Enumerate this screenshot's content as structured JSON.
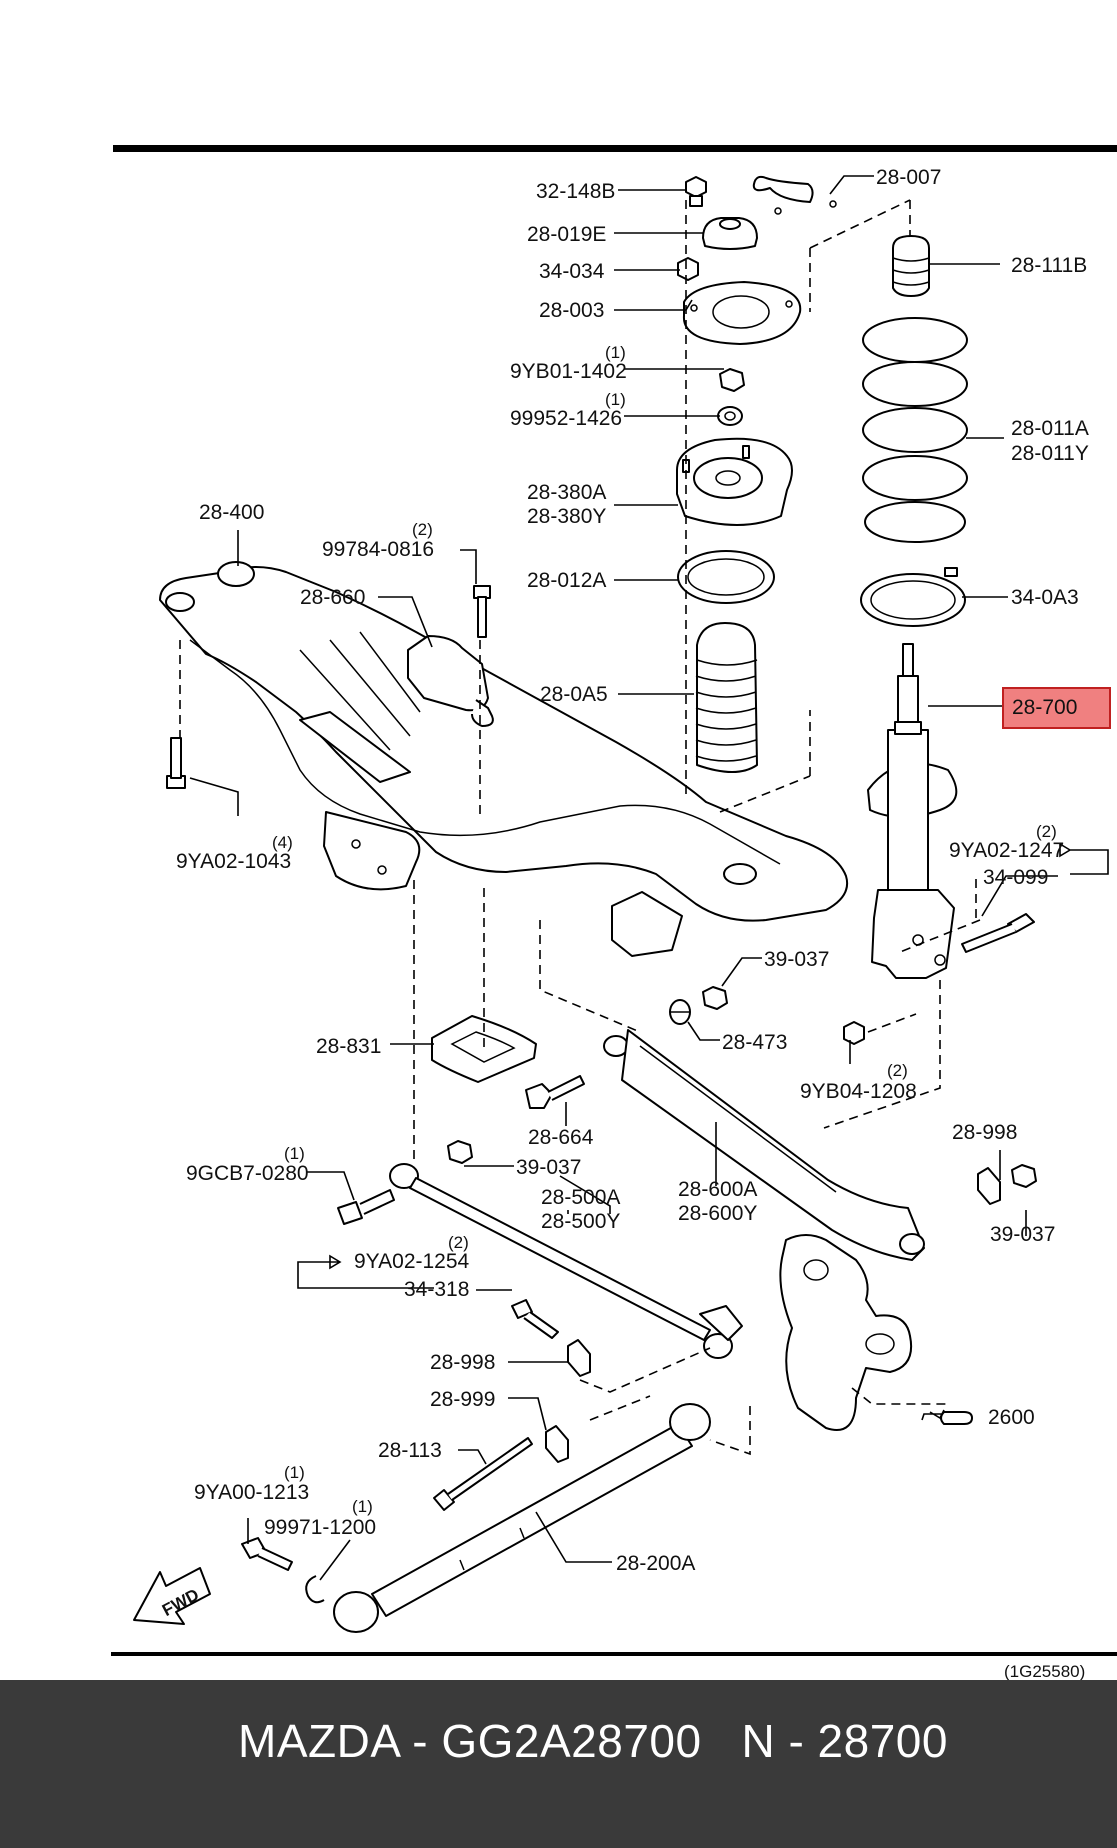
{
  "diagram_code": "(1G25580)",
  "footer": {
    "brand": "MAZDA",
    "sep1": " - ",
    "part_number": "GG2A28700",
    "gap": "   ",
    "ref": "N - 28700"
  },
  "highlight_color": "#f08080",
  "labels": {
    "l_32_148b": "32-148B",
    "l_28_007": "28-007",
    "l_28_019e": "28-019E",
    "l_34_034": "34-034",
    "l_28_111b": "28-111B",
    "l_28_003": "28-003",
    "l_9yb01_1402": "9YB01-1402",
    "q_9yb01_1402": "(1)",
    "l_99952_1426": "99952-1426",
    "q_99952_1426": "(1)",
    "l_28_011a": "28-011A",
    "l_28_011y": "28-011Y",
    "l_28_380a": "28-380A",
    "l_28_380y": "28-380Y",
    "l_28_400": "28-400",
    "l_99784_0816": "99784-0816",
    "q_99784_0816": "(2)",
    "l_28_012a": "28-012A",
    "l_34_0a3": "34-0A3",
    "l_28_660": "28-660",
    "l_28_0a5": "28-0A5",
    "l_28_700": "28-700",
    "l_9ya02_1247": "9YA02-1247",
    "q_9ya02_1247": "(2)",
    "l_34_099": "34-099",
    "l_9ya02_1043": "9YA02-1043",
    "q_9ya02_1043": "(4)",
    "l_39_037_a": "39-037",
    "l_28_473": "28-473",
    "l_28_831": "28-831",
    "l_9yb04_1208": "9YB04-1208",
    "q_9yb04_1208": "(2)",
    "l_28_664": "28-664",
    "l_28_998_a": "28-998",
    "l_9gcb7_0280": "9GCB7-0280",
    "q_9gcb7_0280": "(1)",
    "l_39_037_b": "39-037",
    "l_28_500a": "28-500A",
    "l_28_500y": "28-500Y",
    "l_28_600a": "28-600A",
    "l_28_600y": "28-600Y",
    "l_39_037_c": "39-037",
    "l_9ya02_1254": "9YA02-1254",
    "q_9ya02_1254": "(2)",
    "l_34_318": "34-318",
    "l_28_998_b": "28-998",
    "l_28_999": "28-999",
    "l_2600": "2600",
    "l_28_113": "28-113",
    "l_9ya00_1213": "9YA00-1213",
    "q_9ya00_1213": "(1)",
    "l_99971_1200": "99971-1200",
    "q_99971_1200": "(1)",
    "l_28_200a": "28-200A",
    "l_fwd": "FWD"
  }
}
